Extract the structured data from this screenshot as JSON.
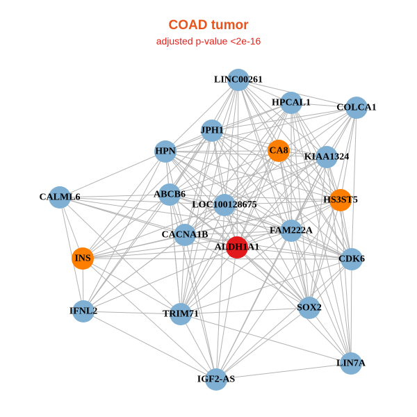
{
  "title": "COAD tumor",
  "subtitle": "adjusted p-value <2e-16",
  "colors": {
    "title": "#e8541c",
    "subtitle": "#e3221c",
    "edge": "#b3b3b3",
    "node_default": "#7fb0d3",
    "node_highlight": "#fe7f00",
    "node_center": "#e31a1c"
  },
  "nodes": [
    {
      "id": "LINC00261",
      "group": "default"
    },
    {
      "id": "HPCAL1",
      "group": "default"
    },
    {
      "id": "COLCA1",
      "group": "default"
    },
    {
      "id": "JPH1",
      "group": "default"
    },
    {
      "id": "HPN",
      "group": "default"
    },
    {
      "id": "CA8",
      "group": "highlight"
    },
    {
      "id": "KIAA1324",
      "group": "default"
    },
    {
      "id": "CALML6",
      "group": "default"
    },
    {
      "id": "ABCB6",
      "group": "default"
    },
    {
      "id": "LOC100128675",
      "group": "default"
    },
    {
      "id": "HS3ST5",
      "group": "highlight"
    },
    {
      "id": "FAM222A",
      "group": "default"
    },
    {
      "id": "CACNA1B",
      "group": "default"
    },
    {
      "id": "ALDH1A1",
      "group": "center"
    },
    {
      "id": "INS",
      "group": "highlight"
    },
    {
      "id": "CDK6",
      "group": "default"
    },
    {
      "id": "IFNL2",
      "group": "default"
    },
    {
      "id": "TRIM71",
      "group": "default"
    },
    {
      "id": "SOX2",
      "group": "default"
    },
    {
      "id": "LIN7A",
      "group": "default"
    },
    {
      "id": "IGF2-AS",
      "group": "default"
    }
  ],
  "edges": [
    [
      "LINC00261",
      "HPCAL1"
    ],
    [
      "LINC00261",
      "COLCA1"
    ],
    [
      "LINC00261",
      "JPH1"
    ],
    [
      "LINC00261",
      "HPN"
    ],
    [
      "LINC00261",
      "CA8"
    ],
    [
      "LINC00261",
      "KIAA1324"
    ],
    [
      "LINC00261",
      "ABCB6"
    ],
    [
      "LINC00261",
      "LOC100128675"
    ],
    [
      "LINC00261",
      "HS3ST5"
    ],
    [
      "LINC00261",
      "FAM222A"
    ],
    [
      "LINC00261",
      "CACNA1B"
    ],
    [
      "LINC00261",
      "ALDH1A1"
    ],
    [
      "LINC00261",
      "TRIM71"
    ],
    [
      "LINC00261",
      "SOX2"
    ],
    [
      "LINC00261",
      "CDK6"
    ],
    [
      "HPCAL1",
      "COLCA1"
    ],
    [
      "HPCAL1",
      "JPH1"
    ],
    [
      "HPCAL1",
      "HPN"
    ],
    [
      "HPCAL1",
      "KIAA1324"
    ],
    [
      "HPCAL1",
      "ABCB6"
    ],
    [
      "HPCAL1",
      "LOC100128675"
    ],
    [
      "HPCAL1",
      "HS3ST5"
    ],
    [
      "HPCAL1",
      "FAM222A"
    ],
    [
      "HPCAL1",
      "ALDH1A1"
    ],
    [
      "HPCAL1",
      "CACNA1B"
    ],
    [
      "HPCAL1",
      "SOX2"
    ],
    [
      "HPCAL1",
      "CDK6"
    ],
    [
      "HPCAL1",
      "LIN7A"
    ],
    [
      "HPCAL1",
      "TRIM71"
    ],
    [
      "COLCA1",
      "JPH1"
    ],
    [
      "COLCA1",
      "KIAA1324"
    ],
    [
      "COLCA1",
      "HS3ST5"
    ],
    [
      "COLCA1",
      "CA8"
    ],
    [
      "COLCA1",
      "FAM222A"
    ],
    [
      "COLCA1",
      "ALDH1A1"
    ],
    [
      "COLCA1",
      "CDK6"
    ],
    [
      "COLCA1",
      "SOX2"
    ],
    [
      "COLCA1",
      "LOC100128675"
    ],
    [
      "COLCA1",
      "HPN"
    ],
    [
      "JPH1",
      "HPN"
    ],
    [
      "JPH1",
      "CA8"
    ],
    [
      "JPH1",
      "KIAA1324"
    ],
    [
      "JPH1",
      "ABCB6"
    ],
    [
      "JPH1",
      "LOC100128675"
    ],
    [
      "JPH1",
      "FAM222A"
    ],
    [
      "JPH1",
      "CACNA1B"
    ],
    [
      "JPH1",
      "ALDH1A1"
    ],
    [
      "JPH1",
      "INS"
    ],
    [
      "JPH1",
      "IFNL2"
    ],
    [
      "JPH1",
      "TRIM71"
    ],
    [
      "JPH1",
      "SOX2"
    ],
    [
      "JPH1",
      "HS3ST5"
    ],
    [
      "JPH1",
      "CDK6"
    ],
    [
      "HPN",
      "CALML6"
    ],
    [
      "HPN",
      "CA8"
    ],
    [
      "HPN",
      "KIAA1324"
    ],
    [
      "HPN",
      "ABCB6"
    ],
    [
      "HPN",
      "LOC100128675"
    ],
    [
      "HPN",
      "HS3ST5"
    ],
    [
      "HPN",
      "FAM222A"
    ],
    [
      "HPN",
      "CACNA1B"
    ],
    [
      "HPN",
      "ALDH1A1"
    ],
    [
      "HPN",
      "INS"
    ],
    [
      "HPN",
      "IFNL2"
    ],
    [
      "HPN",
      "TRIM71"
    ],
    [
      "HPN",
      "CDK6"
    ],
    [
      "HPN",
      "SOX2"
    ],
    [
      "CA8",
      "KIAA1324"
    ],
    [
      "CA8",
      "LOC100128675"
    ],
    [
      "CA8",
      "HS3ST5"
    ],
    [
      "CA8",
      "FAM222A"
    ],
    [
      "CA8",
      "ALDH1A1"
    ],
    [
      "CA8",
      "CACNA1B"
    ],
    [
      "CA8",
      "CDK6"
    ],
    [
      "CA8",
      "SOX2"
    ],
    [
      "CA8",
      "TRIM71"
    ],
    [
      "CA8",
      "ABCB6"
    ],
    [
      "CA8",
      "LIN7A"
    ],
    [
      "KIAA1324",
      "HS3ST5"
    ],
    [
      "KIAA1324",
      "FAM222A"
    ],
    [
      "KIAA1324",
      "ALDH1A1"
    ],
    [
      "KIAA1324",
      "LOC100128675"
    ],
    [
      "KIAA1324",
      "ABCB6"
    ],
    [
      "KIAA1324",
      "CDK6"
    ],
    [
      "KIAA1324",
      "SOX2"
    ],
    [
      "KIAA1324",
      "LIN7A"
    ],
    [
      "KIAA1324",
      "CACNA1B"
    ],
    [
      "KIAA1324",
      "IGF2-AS"
    ],
    [
      "CALML6",
      "ABCB6"
    ],
    [
      "CALML6",
      "LOC100128675"
    ],
    [
      "CALML6",
      "CACNA1B"
    ],
    [
      "CALML6",
      "ALDH1A1"
    ],
    [
      "CALML6",
      "INS"
    ],
    [
      "CALML6",
      "IFNL2"
    ],
    [
      "CALML6",
      "TRIM71"
    ],
    [
      "CALML6",
      "FAM222A"
    ],
    [
      "ABCB6",
      "LOC100128675"
    ],
    [
      "ABCB6",
      "HS3ST5"
    ],
    [
      "ABCB6",
      "FAM222A"
    ],
    [
      "ABCB6",
      "CACNA1B"
    ],
    [
      "ABCB6",
      "ALDH1A1"
    ],
    [
      "ABCB6",
      "INS"
    ],
    [
      "ABCB6",
      "IFNL2"
    ],
    [
      "ABCB6",
      "TRIM71"
    ],
    [
      "ABCB6",
      "CDK6"
    ],
    [
      "ABCB6",
      "SOX2"
    ],
    [
      "ABCB6",
      "IGF2-AS"
    ],
    [
      "LOC100128675",
      "HS3ST5"
    ],
    [
      "LOC100128675",
      "FAM222A"
    ],
    [
      "LOC100128675",
      "CACNA1B"
    ],
    [
      "LOC100128675",
      "ALDH1A1"
    ],
    [
      "LOC100128675",
      "INS"
    ],
    [
      "LOC100128675",
      "IFNL2"
    ],
    [
      "LOC100128675",
      "TRIM71"
    ],
    [
      "LOC100128675",
      "SOX2"
    ],
    [
      "LOC100128675",
      "CDK6"
    ],
    [
      "LOC100128675",
      "IGF2-AS"
    ],
    [
      "HS3ST5",
      "FAM222A"
    ],
    [
      "HS3ST5",
      "ALDH1A1"
    ],
    [
      "HS3ST5",
      "CDK6"
    ],
    [
      "HS3ST5",
      "SOX2"
    ],
    [
      "HS3ST5",
      "LIN7A"
    ],
    [
      "HS3ST5",
      "CACNA1B"
    ],
    [
      "HS3ST5",
      "INS"
    ],
    [
      "HS3ST5",
      "IGF2-AS"
    ],
    [
      "FAM222A",
      "CACNA1B"
    ],
    [
      "FAM222A",
      "ALDH1A1"
    ],
    [
      "FAM222A",
      "CDK6"
    ],
    [
      "FAM222A",
      "SOX2"
    ],
    [
      "FAM222A",
      "LIN7A"
    ],
    [
      "FAM222A",
      "TRIM71"
    ],
    [
      "FAM222A",
      "IGF2-AS"
    ],
    [
      "FAM222A",
      "INS"
    ],
    [
      "CACNA1B",
      "ALDH1A1"
    ],
    [
      "CACNA1B",
      "INS"
    ],
    [
      "CACNA1B",
      "IFNL2"
    ],
    [
      "CACNA1B",
      "TRIM71"
    ],
    [
      "CACNA1B",
      "SOX2"
    ],
    [
      "CACNA1B",
      "IGF2-AS"
    ],
    [
      "CACNA1B",
      "CDK6"
    ],
    [
      "ALDH1A1",
      "INS"
    ],
    [
      "ALDH1A1",
      "CDK6"
    ],
    [
      "ALDH1A1",
      "IFNL2"
    ],
    [
      "ALDH1A1",
      "TRIM71"
    ],
    [
      "ALDH1A1",
      "SOX2"
    ],
    [
      "ALDH1A1",
      "LIN7A"
    ],
    [
      "ALDH1A1",
      "IGF2-AS"
    ],
    [
      "INS",
      "IFNL2"
    ],
    [
      "INS",
      "TRIM71"
    ],
    [
      "INS",
      "CDK6"
    ],
    [
      "INS",
      "IGF2-AS"
    ],
    [
      "CDK6",
      "SOX2"
    ],
    [
      "CDK6",
      "LIN7A"
    ],
    [
      "CDK6",
      "TRIM71"
    ],
    [
      "CDK6",
      "IGF2-AS"
    ],
    [
      "IFNL2",
      "TRIM71"
    ],
    [
      "IFNL2",
      "IGF2-AS"
    ],
    [
      "TRIM71",
      "SOX2"
    ],
    [
      "TRIM71",
      "IGF2-AS"
    ],
    [
      "TRIM71",
      "LIN7A"
    ],
    [
      "SOX2",
      "LIN7A"
    ],
    [
      "SOX2",
      "IGF2-AS"
    ],
    [
      "LIN7A",
      "IGF2-AS"
    ]
  ]
}
